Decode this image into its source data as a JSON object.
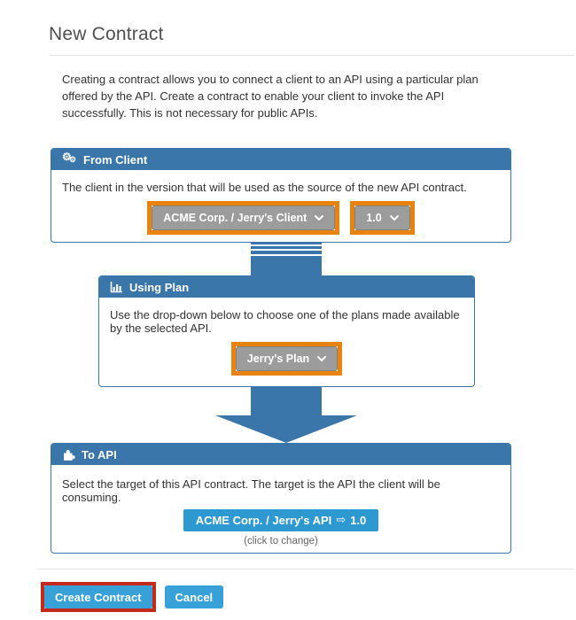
{
  "page": {
    "title": "New Contract",
    "intro": "Creating a contract allows you to connect a client to an API using a particular plan offered by the API. Create a contract to enable your client to invoke the API successfully. This is not necessary for public APIs."
  },
  "from_client": {
    "title": "From Client",
    "description": "The client in the version that will be used as the source of the new API contract.",
    "client_value": "ACME Corp. / Jerry's Client",
    "version_value": "1.0"
  },
  "using_plan": {
    "title": "Using Plan",
    "description": "Use the drop-down below to choose one of the plans made available by the selected API.",
    "plan_value": "Jerry's Plan"
  },
  "to_api": {
    "title": "To API",
    "description": "Select the target of this API contract. The target is the API the client will be consuming.",
    "api_name": "ACME Corp. / Jerry's API",
    "api_version": "1.0",
    "hint": "(click to change)"
  },
  "actions": {
    "create_label": "Create Contract",
    "cancel_label": "Cancel"
  },
  "icons": {
    "gear_glyph": "⚙",
    "api_arrow_glyph": "⇨"
  },
  "colors": {
    "panel_blue": "#3a76a9",
    "action_blue": "#38a2d8",
    "api_button_blue": "#2e99d1",
    "dropdown_gray": "#9c9c9c",
    "highlight_orange": "#e8830f",
    "highlight_red": "#c32a1c"
  }
}
